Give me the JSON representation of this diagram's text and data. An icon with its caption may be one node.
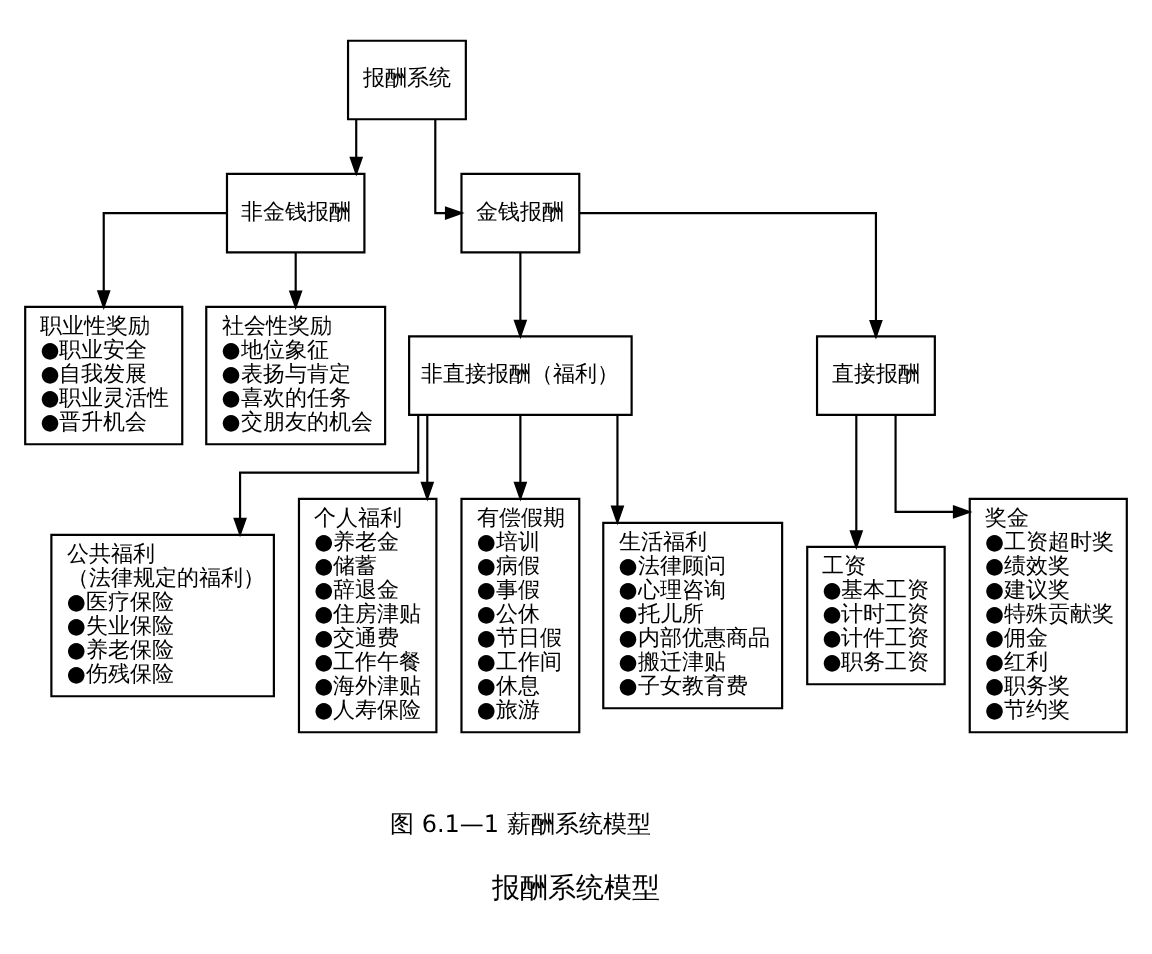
{
  "diagram": {
    "title": "报酬系统模型",
    "nodes": [
      {
        "text": [
          "报酬系统"
        ]
      },
      {
        "text": [
          "非金钱报酬"
        ]
      },
      {
        "text": [
          "金钱报酬"
        ]
      },
      {
        "text": [
          "职业性奖励",
          "●职业安全",
          "●自我发展",
          "●职业灵活性",
          "●晋升机会"
        ]
      },
      {
        "text": [
          "社会性奖励",
          "●地位象征",
          "●表扬与肯定",
          "●喜欢的任务",
          "●交朋友的机会"
        ]
      },
      {
        "text": [
          "非直接报酬（福利）"
        ]
      },
      {
        "text": [
          "直接报酬"
        ]
      },
      {
        "text": [
          "公共福利",
          "（法律规定的福利）",
          "●医疗保险",
          "●失业保险",
          "●养老保险",
          "●伤残保险"
        ]
      },
      {
        "text": [
          "个人福利",
          "●养老金",
          "●储蓄",
          "●辞退金",
          "●住房津贴",
          "●交通费",
          "●工作午餐",
          "●海外津贴",
          "●人寿保险"
        ]
      },
      {
        "text": [
          "有偿假期",
          "●培训",
          "●病假",
          "●事假",
          "●公休",
          "●节日假",
          "●工作间",
          "●休息",
          "●旅游"
        ]
      },
      {
        "text": [
          "生活福利",
          "●法律顾问",
          "●心理咨询",
          "●托儿所",
          "●内部优惠商品",
          "●搬迁津贴",
          "●子女教育费"
        ]
      },
      {
        "text": [
          "工资",
          "●基本工资",
          "●计时工资",
          "●计件工资",
          "●职务工资"
        ]
      },
      {
        "text": [
          "奖金",
          "●工资超时奖",
          "●绩效奖",
          "●建议奖",
          "●特殊贡献奖",
          "●佣金",
          "●红利",
          "●职务奖",
          "●节约奖"
        ]
      }
    ],
    "edges": [
      {
        "from": 0,
        "to": 1,
        "arrow": "to"
      },
      {
        "from": 0,
        "to": 2,
        "arrow": "to"
      },
      {
        "from": 1,
        "to": 3,
        "arrow": "to"
      },
      {
        "from": 1,
        "to": 4,
        "arrow": "to"
      },
      {
        "from": 2,
        "to": 5,
        "arrow": "to"
      },
      {
        "from": 2,
        "to": 6,
        "arrow": "to"
      },
      {
        "from": 5,
        "to": 7,
        "arrow": "to"
      },
      {
        "from": 5,
        "to": 8,
        "arrow": "to"
      },
      {
        "from": 5,
        "to": 9,
        "arrow": "to"
      },
      {
        "from": 5,
        "to": 10,
        "arrow": "to"
      },
      {
        "from": 6,
        "to": 11,
        "arrow": "to"
      },
      {
        "from": 6,
        "to": 12,
        "arrow": "to"
      }
    ],
    "labels": [
      "图 6.1—1 薪酬系统模型"
    ]
  }
}
